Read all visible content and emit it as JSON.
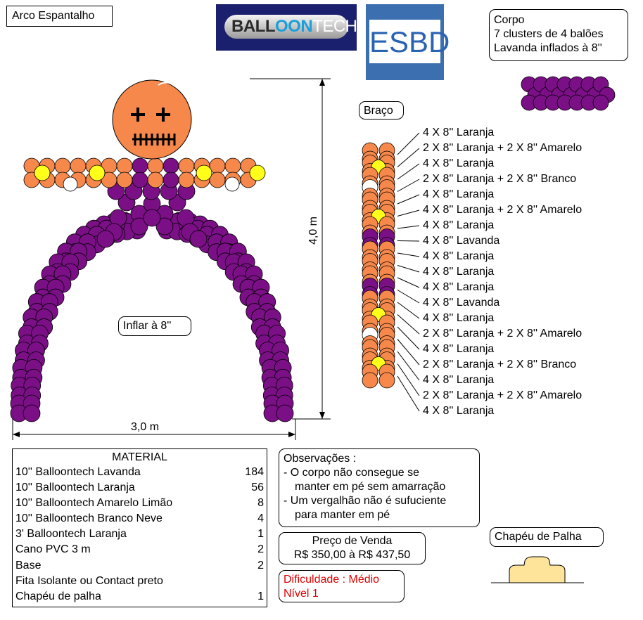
{
  "title": "Arco Espantalho",
  "logos": {
    "balloontech_part1": "BALL",
    "balloontech_part2": "OON",
    "balloontech_part3": "TECH",
    "esbd": "ESBD"
  },
  "corpo": {
    "title": "Corpo",
    "line1": "7 clusters de 4 balões",
    "line2": "Lavanda inflados à 8''"
  },
  "braco": {
    "title": "Braço",
    "items": [
      "4 X 8'' Laranja",
      "2 X 8'' Laranja + 2 X 8'' Amarelo",
      "4 X 8'' Laranja",
      "2 X 8'' Laranja + 2 X 8'' Branco",
      "4 X 8'' Laranja",
      "4 X 8'' Laranja + 2 X 8'' Amarelo",
      "4 X 8'' Laranja",
      "4 X 8'' Lavanda",
      "4 X 8'' Laranja",
      "4 X 8'' Laranja",
      "4 X 8'' Laranja",
      "4 X 8'' Lavanda",
      "4 X 8'' Laranja",
      "2 X 8'' Laranja + 2 X 8'' Amarelo",
      "4 X 8'' Laranja",
      "2 X 8'' Laranja + 2 X 8'' Branco",
      "4 X 8'' Laranja",
      "2 X 8'' Laranja + 2 X 8'' Amarelo",
      "4 X 8'' Laranja"
    ]
  },
  "dimensions": {
    "height": "4,0 m",
    "width": "3,0 m"
  },
  "inflar": "Inflar à 8''",
  "material": {
    "title": "MATERIAL",
    "rows": [
      {
        "item": "10'' Balloontech Lavanda",
        "qty": "184"
      },
      {
        "item": "10'' Balloontech Laranja",
        "qty": "56"
      },
      {
        "item": "10'' Balloontech Amarelo Limão",
        "qty": "8"
      },
      {
        "item": "10'' Balloontech Branco Neve",
        "qty": "4"
      },
      {
        "item": "3' Balloontech Laranja",
        "qty": "1"
      },
      {
        "item": "Cano PVC 3 m",
        "qty": "2"
      },
      {
        "item": "Base",
        "qty": "2"
      },
      {
        "item": "Fita Isolante ou Contact preto",
        "qty": ""
      },
      {
        "item": "Chapéu de palha",
        "qty": "1"
      }
    ]
  },
  "observacoes": {
    "title": "Observações :",
    "item1_line1": "- O corpo não consegue se",
    "item1_line2": "manter em pé sem amarração",
    "item2_line1": "- Um vergalhão não é sufuciente",
    "item2_line2": "para manter em pé"
  },
  "preco": {
    "title": "Preço de Venda",
    "value": "R$ 350,00 à R$ 437,50"
  },
  "dificuldade": {
    "line1": "Dificuldade : Médio",
    "line2": "Nível 1"
  },
  "chapeu": "Chapéu de Palha",
  "colors": {
    "lavanda": "#7a0f86",
    "laranja": "#f5884a",
    "amarelo": "#ffff1a",
    "branco": "#ffffff",
    "esbd_blue": "#3b6fb0",
    "logo_navy": "#1a1f6e",
    "hat": "#fde49a",
    "difficulty_red": "#e00000"
  }
}
